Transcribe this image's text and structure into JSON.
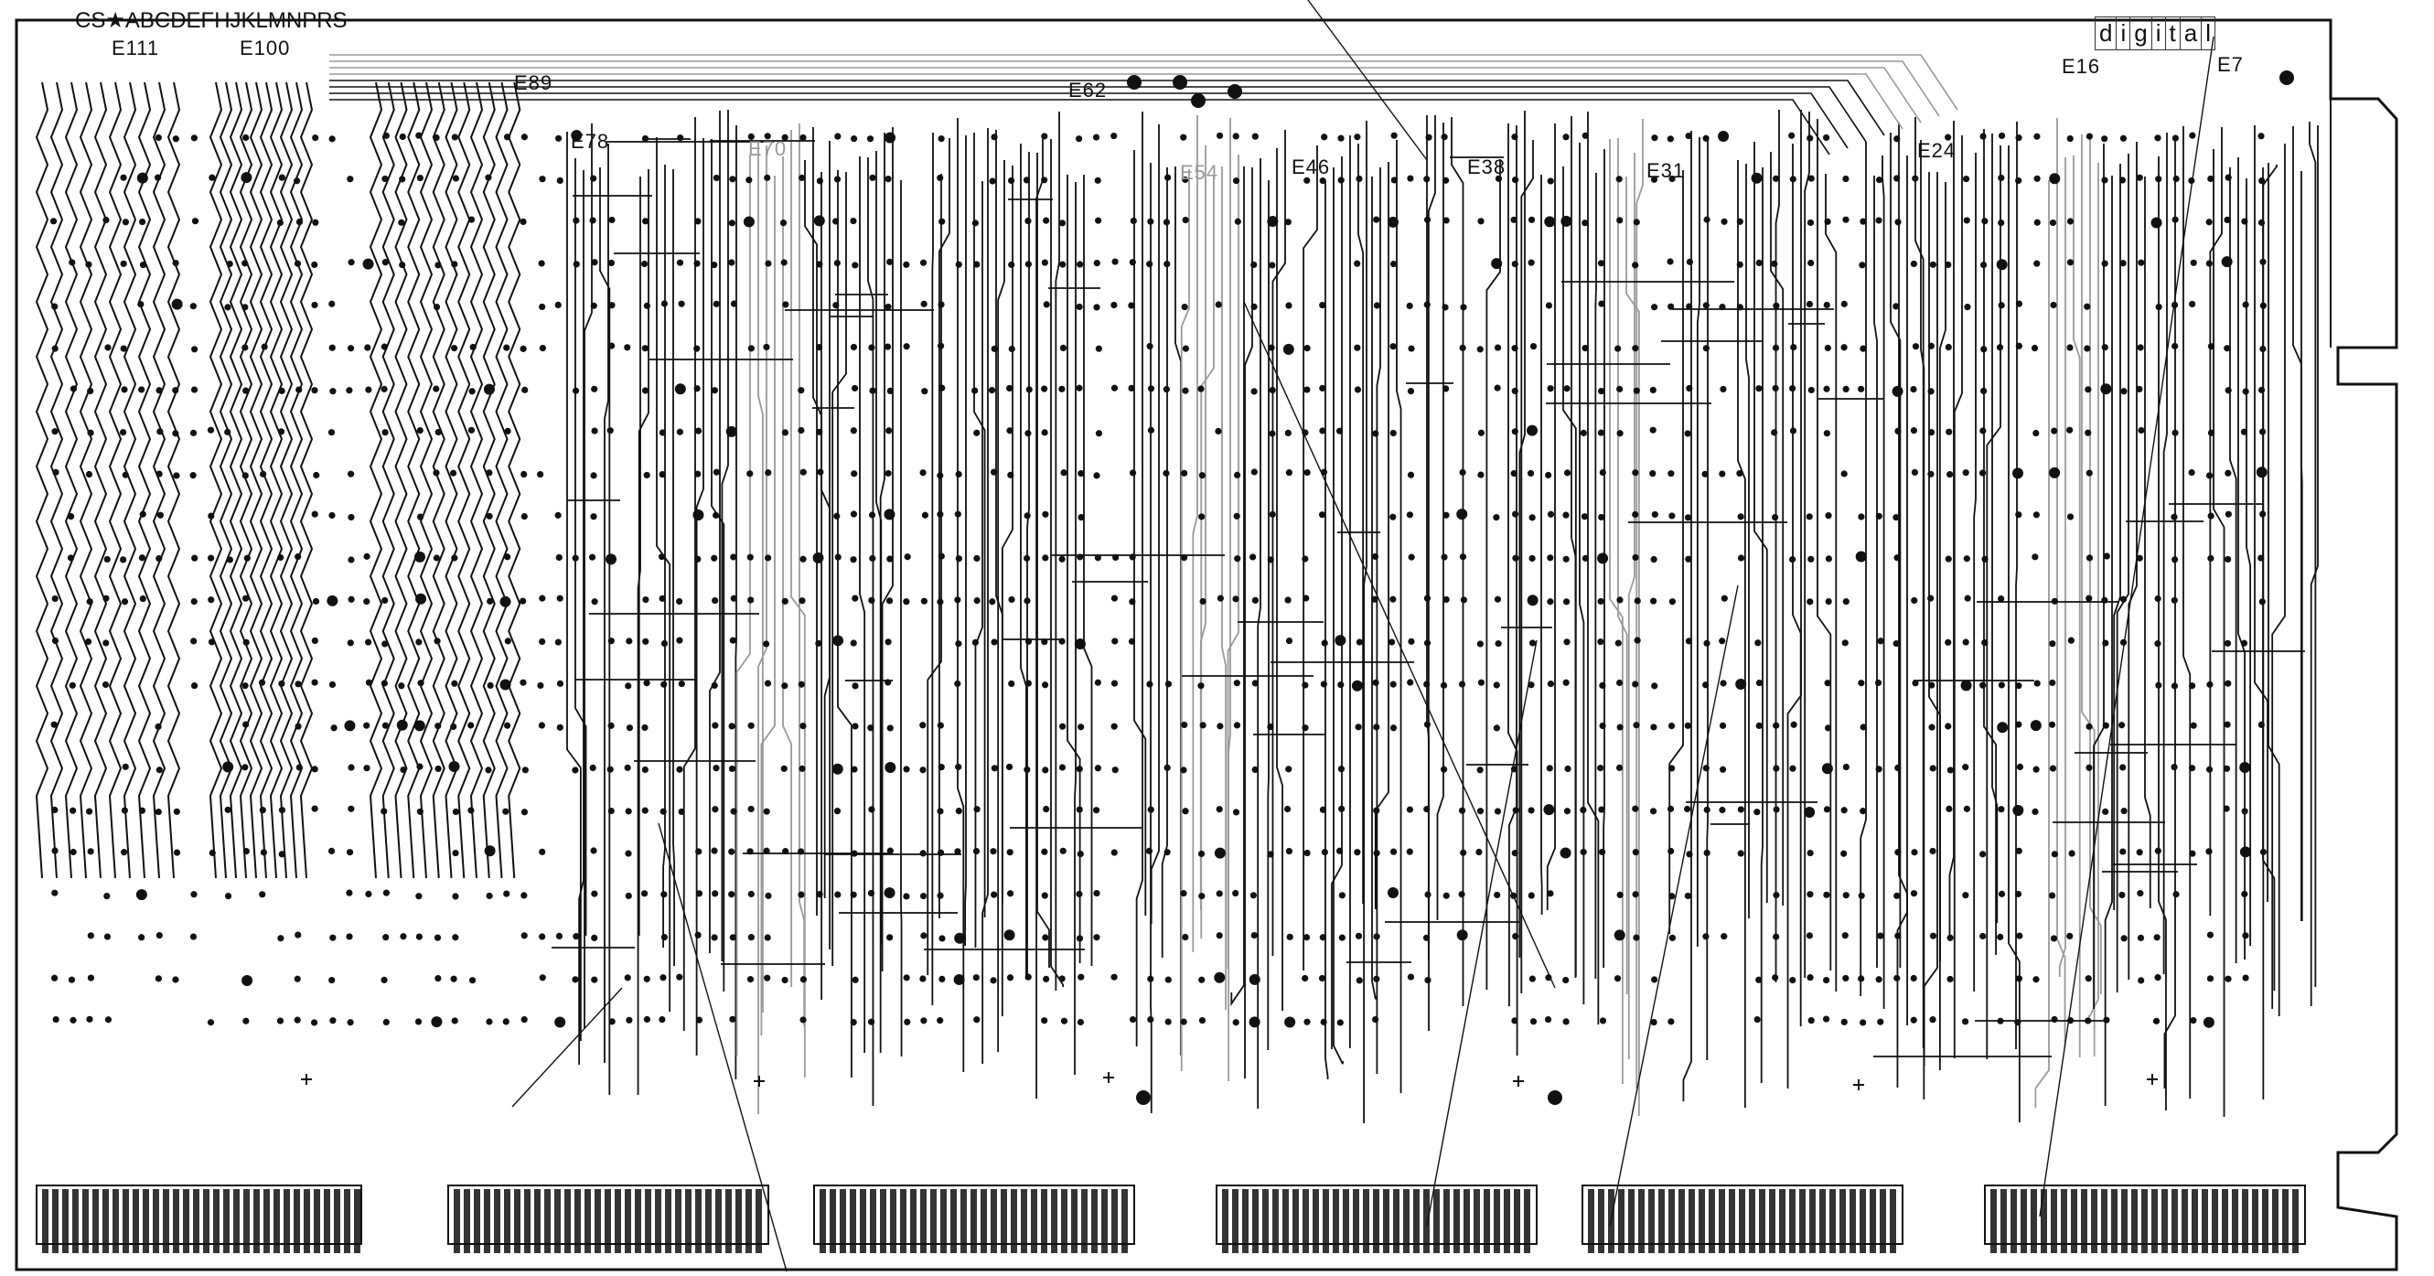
{
  "board": {
    "edge_letters": "CS★ABCDEFHJKLMNPRS",
    "logo_text": "digital",
    "logo_letters": [
      "d",
      "i",
      "g",
      "i",
      "t",
      "a",
      "l"
    ],
    "ic_labels": {
      "e111": "E111",
      "e100": "E100",
      "e89": "E89",
      "e78": "E78",
      "e70": "E70",
      "e62": "E62",
      "e54": "E54",
      "e46": "E46",
      "e38": "E38",
      "e31": "E31",
      "e24": "E24",
      "e16": "E16",
      "e7": "E7"
    }
  },
  "colors": {
    "paper": "#ffffff",
    "ink": "#111111",
    "faded": "#9a9a9a"
  }
}
